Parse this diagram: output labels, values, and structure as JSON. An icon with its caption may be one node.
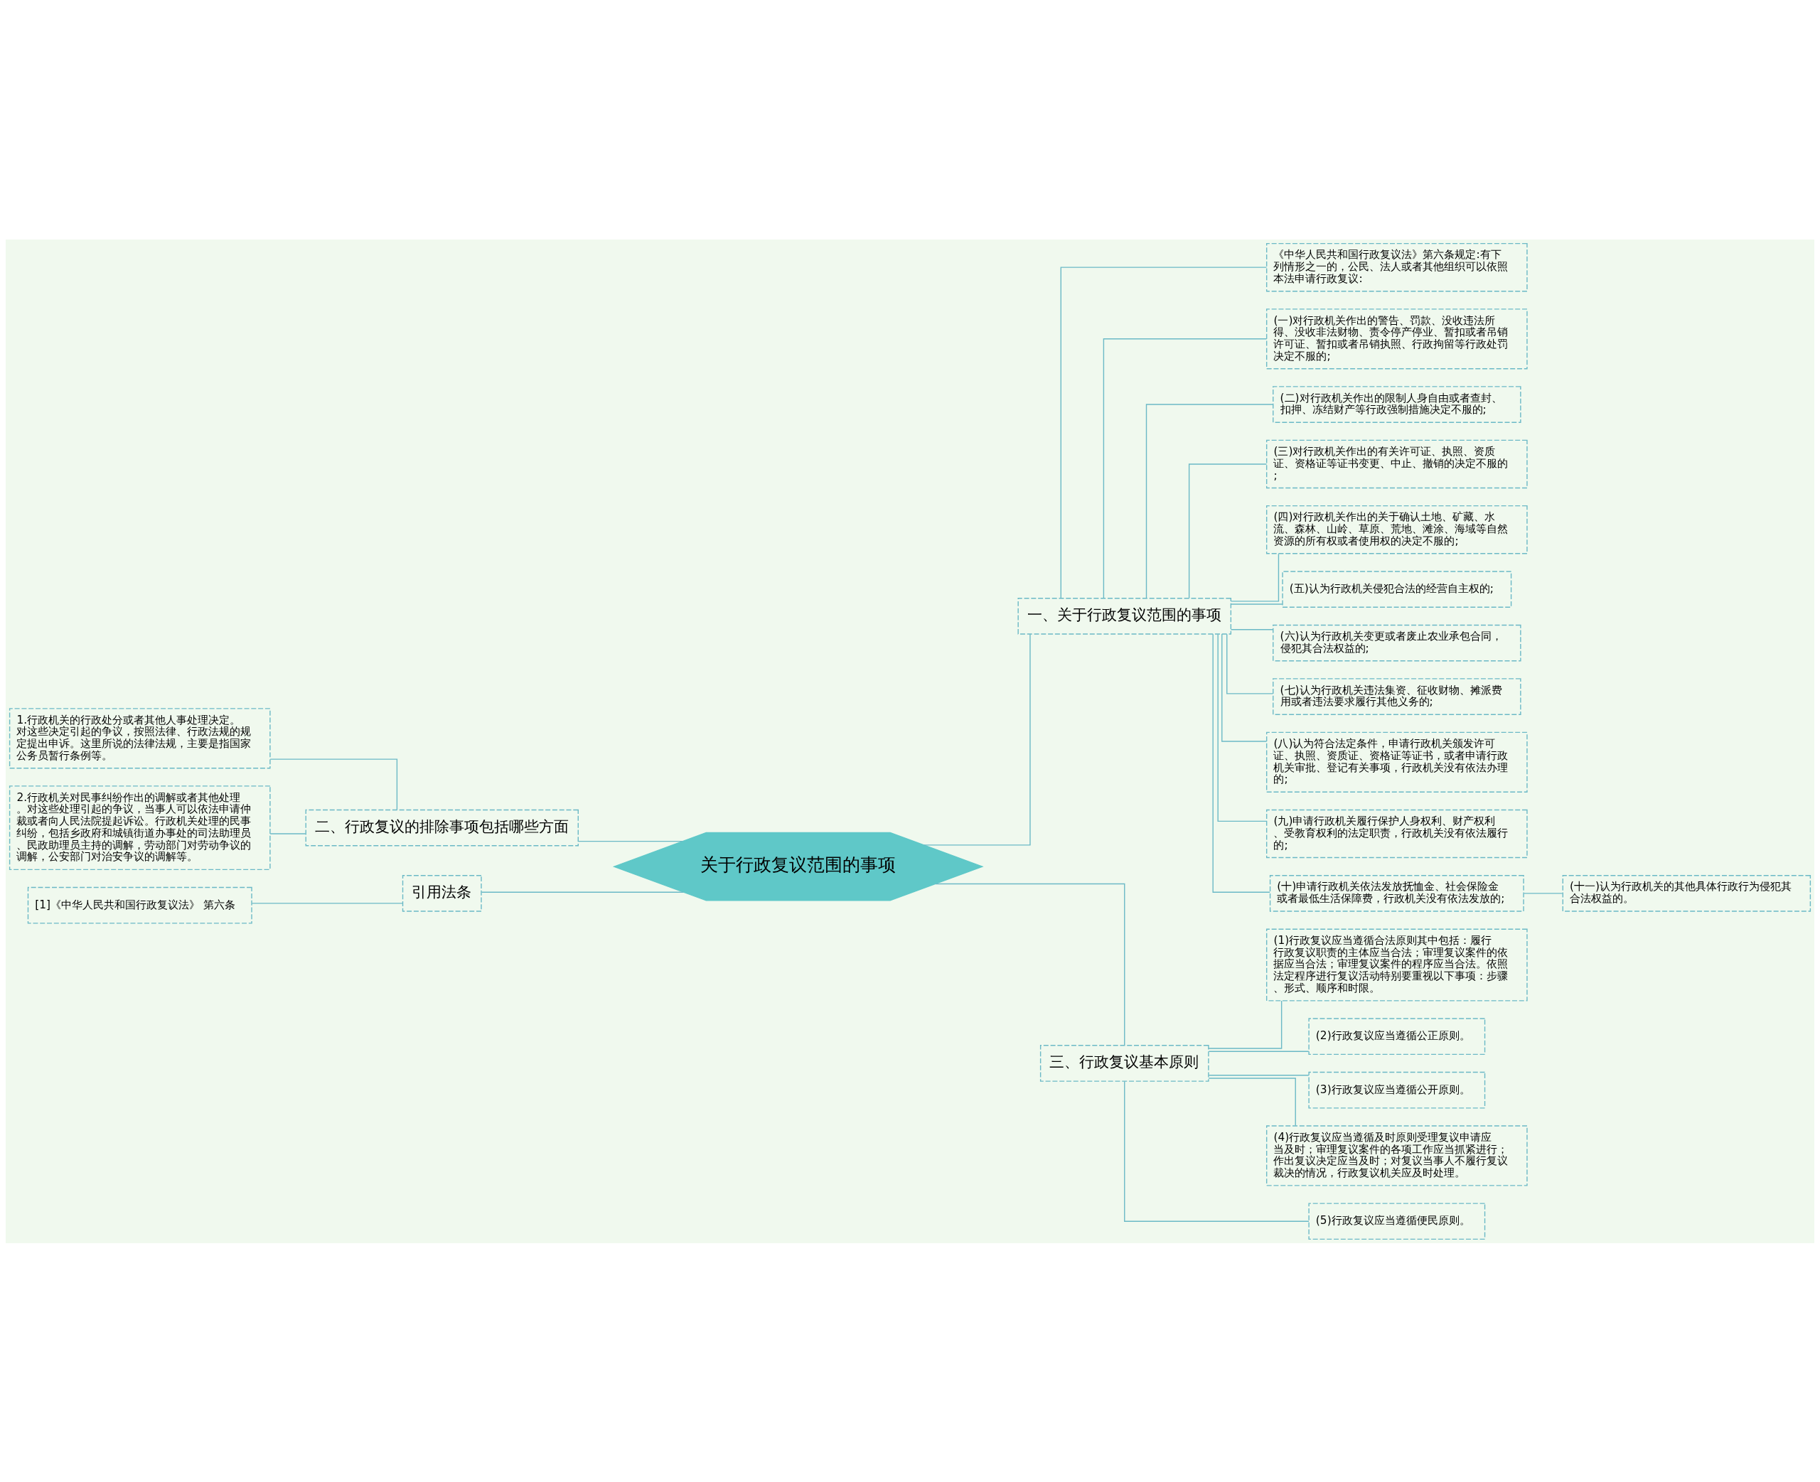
{
  "diagram": {
    "nodes": [
      {
        "text": [
          "关于行政复议范围的事项"
        ]
      },
      {
        "text": [
          "一、关于行政复议范围的事项"
        ]
      },
      {
        "text": [
          "《中华人民共和国行政复议法》第六条规定:有下列情形之一的，公民、法人或者其他组织可以依照本法申请行政复议:"
        ]
      },
      {
        "text": [
          "(一)对行政机关作出的警告、罚款、没收违法所得、没收非法财物、责令停产停业、暂扣或者吊销许可证、暂扣或者吊销执照、行政拘留等行政处罚决定不服的;"
        ]
      },
      {
        "text": [
          "(二)对行政机关作出的限制人身自由或者查封、扣押、冻结财产等行政强制措施决定不服的;"
        ]
      },
      {
        "text": [
          "(三)对行政机关作出的有关许可证、执照、资质证、资格证等证书变更、中止、撤销的决定不服的;"
        ]
      },
      {
        "text": [
          "(四)对行政机关作出的关于确认土地、矿藏、水流、森林、山岭、草原、荒地、滩涂、海域等自然资源的所有权或者使用权的决定不服的;"
        ]
      },
      {
        "text": [
          "(五)认为行政机关侵犯合法的经营自主权的;"
        ]
      },
      {
        "text": [
          "(六)认为行政机关变更或者废止农业承包合同，侵犯其合法权益的;"
        ]
      },
      {
        "text": [
          "(七)认为行政机关违法集资、征收财物、摊派费用或者违法要求履行其他义务的;"
        ]
      },
      {
        "text": [
          "(八)认为符合法定条件，申请行政机关颁发许可证、执照、资质证、资格证等证书，或者申请行政机关审批、登记有关事项，行政机关没有依法办理的;"
        ]
      },
      {
        "text": [
          "(九)申请行政机关履行保护人身权利、财产权利、受教育权利的法定职责，行政机关没有依法履行的;"
        ]
      },
      {
        "text": [
          "(十)申请行政机关依法发放抚恤金、社会保险金或者最低生活保障费，行政机关没有依法发放的;"
        ]
      },
      {
        "text": [
          "(十一)认为行政机关的其他具体行政行为侵犯其合法权益的。"
        ]
      },
      {
        "text": [
          "三、行政复议基本原则"
        ]
      },
      {
        "text": [
          "(1)行政复议应当遵循合法原则其中包括：履行行政复议职责的主体应当合法；审理复议案件的依据应当合法；审理复议案件的程序应当合法。依照法定程序进行复议活动特别要重视以下事项：步骤、形式、顺序和时限。"
        ]
      },
      {
        "text": [
          "(2)行政复议应当遵循公正原则。"
        ]
      },
      {
        "text": [
          "(3)行政复议应当遵循公开原则。"
        ]
      },
      {
        "text": [
          "(4)行政复议应当遵循及时原则受理复议申请应当及时；审理复议案件的各项工作应当抓紧进行；作出复议决定应当及时；对复议当事人不履行复议裁决的情况，行政复议机关应及时处理。"
        ]
      },
      {
        "text": [
          "(5)行政复议应当遵循便民原则。"
        ]
      },
      {
        "text": [
          "二、行政复议的排除事项包括哪些方面"
        ]
      },
      {
        "text": [
          "1.行政机关的行政处分或者其他人事处理决定。对这些决定引起的争议，按照法律、行政法规的规定提出申诉。这里所说的法律法规，主要是指国家公务员暂行条例等。"
        ]
      },
      {
        "text": [
          "2.行政机关对民事纠纷作出的调解或者其他处理。对这些处理引起的争议，当事人可以依法申请仲裁或者向人民法院提起诉讼。行政机关处理的民事纠纷，包括乡政府和城镇街道办事处的司法助理员、民政助理员主持的调解，劳动部门对劳动争议的调解，公安部门对治安争议的调解等。"
        ]
      },
      {
        "text": [
          "引用法条"
        ]
      },
      {
        "text": [
          "[1]《中华人民共和国行政复议法》 第六条"
        ]
      }
    ],
    "edges": [
      {
        "from": 0,
        "to": 1,
        "arrow": "none"
      },
      {
        "from": 1,
        "to": 2,
        "arrow": "none"
      },
      {
        "from": 1,
        "to": 3,
        "arrow": "none"
      },
      {
        "from": 1,
        "to": 4,
        "arrow": "none"
      },
      {
        "from": 1,
        "to": 5,
        "arrow": "none"
      },
      {
        "from": 1,
        "to": 6,
        "arrow": "none"
      },
      {
        "from": 1,
        "to": 7,
        "arrow": "none"
      },
      {
        "from": 1,
        "to": 8,
        "arrow": "none"
      },
      {
        "from": 1,
        "to": 9,
        "arrow": "none"
      },
      {
        "from": 1,
        "to": 10,
        "arrow": "none"
      },
      {
        "from": 1,
        "to": 11,
        "arrow": "none"
      },
      {
        "from": 1,
        "to": 12,
        "arrow": "none"
      },
      {
        "from": 12,
        "to": 13,
        "arrow": "none"
      },
      {
        "from": 0,
        "to": 14,
        "arrow": "none"
      },
      {
        "from": 14,
        "to": 15,
        "arrow": "none"
      },
      {
        "from": 14,
        "to": 16,
        "arrow": "none"
      },
      {
        "from": 14,
        "to": 17,
        "arrow": "none"
      },
      {
        "from": 14,
        "to": 18,
        "arrow": "none"
      },
      {
        "from": 14,
        "to": 19,
        "arrow": "none"
      },
      {
        "from": 0,
        "to": 20,
        "arrow": "none"
      },
      {
        "from": 20,
        "to": 21,
        "arrow": "none"
      },
      {
        "from": 20,
        "to": 22,
        "arrow": "none"
      },
      {
        "from": 0,
        "to": 23,
        "arrow": "none"
      },
      {
        "from": 23,
        "to": 24,
        "arrow": "none"
      }
    ]
  }
}
